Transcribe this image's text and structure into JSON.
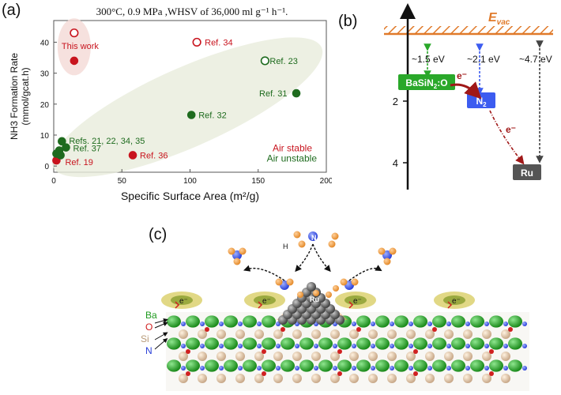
{
  "figure": {
    "panel_a": {
      "label": "(a)",
      "title": "300°C, 0.9 MPa ,WHSV of 36,000 ml g⁻¹ h⁻¹.",
      "legend": {
        "stable": "Air stable",
        "unstable": "Air unstable"
      },
      "colors": {
        "red": "#c8141e",
        "green": "#1e6b1e",
        "ellipse": "#e8ecdc",
        "pink": "#f4dcd8"
      }
    },
    "panel_b": {
      "label": "(b)",
      "evac": "E",
      "evac_sub": "vac",
      "y_ticks": [
        "2",
        "4"
      ],
      "energies": [
        "~1.5 eV",
        "~2.1 eV",
        "~4.7 eV"
      ],
      "box_basin": "BaSiN",
      "box_basin_sub": "2",
      "box_basin_tail": ":O",
      "box_n2": "N",
      "box_n2_sub": "2",
      "box_ru": "Ru",
      "electron": "e⁻",
      "colors": {
        "orange": "#e07a2a",
        "green": "#2aa82a",
        "blue": "#3c5cf0",
        "gray": "#555555",
        "dark_red": "#a01818"
      }
    },
    "panel_c": {
      "label": "(c)",
      "atoms": [
        "Ba",
        "O",
        "Si",
        "N"
      ],
      "ru": "Ru",
      "h": "H",
      "n": "N",
      "electron": "e⁻"
    }
  },
  "chart_data": {
    "type": "scatter",
    "xlabel": "Specific Surface Area  (m²/g)",
    "ylabel": "NH3 Formation Rate (mmol/gcat.h)",
    "xlim": [
      0,
      200
    ],
    "ylim": [
      -2,
      47
    ],
    "xticks": [
      0,
      50,
      100,
      150,
      200
    ],
    "yticks": [
      0,
      10,
      20,
      30,
      40
    ],
    "grid": false,
    "series": [
      {
        "name": "Air stable",
        "points": [
          {
            "x": 15,
            "y": 43,
            "label": "",
            "hollow": true
          },
          {
            "x": 15,
            "y": 34,
            "label": "This work",
            "hollow": false
          },
          {
            "x": 105,
            "y": 40,
            "label": "Ref. 34",
            "hollow": true
          },
          {
            "x": 58,
            "y": 3.5,
            "label": "Ref. 36",
            "hollow": false
          },
          {
            "x": 2,
            "y": 1.8,
            "label": "Ref. 19",
            "hollow": false
          }
        ]
      },
      {
        "name": "Air unstable",
        "points": [
          {
            "x": 155,
            "y": 34,
            "label": "Ref. 23",
            "hollow": true
          },
          {
            "x": 178,
            "y": 23.5,
            "label": "Ref. 31",
            "hollow": false
          },
          {
            "x": 101,
            "y": 16.5,
            "label": "Ref. 32",
            "hollow": false
          },
          {
            "x": 6,
            "y": 8,
            "label": "Refs. 21, 22, 34, 35",
            "hollow": false
          },
          {
            "x": 9,
            "y": 6,
            "label": "Ref. 37",
            "hollow": false
          },
          {
            "x": 4,
            "y": 5,
            "label": "",
            "hollow": false
          },
          {
            "x": 2,
            "y": 4,
            "label": "",
            "hollow": false
          },
          {
            "x": 5,
            "y": 3.5,
            "label": "",
            "hollow": false
          }
        ]
      }
    ]
  }
}
